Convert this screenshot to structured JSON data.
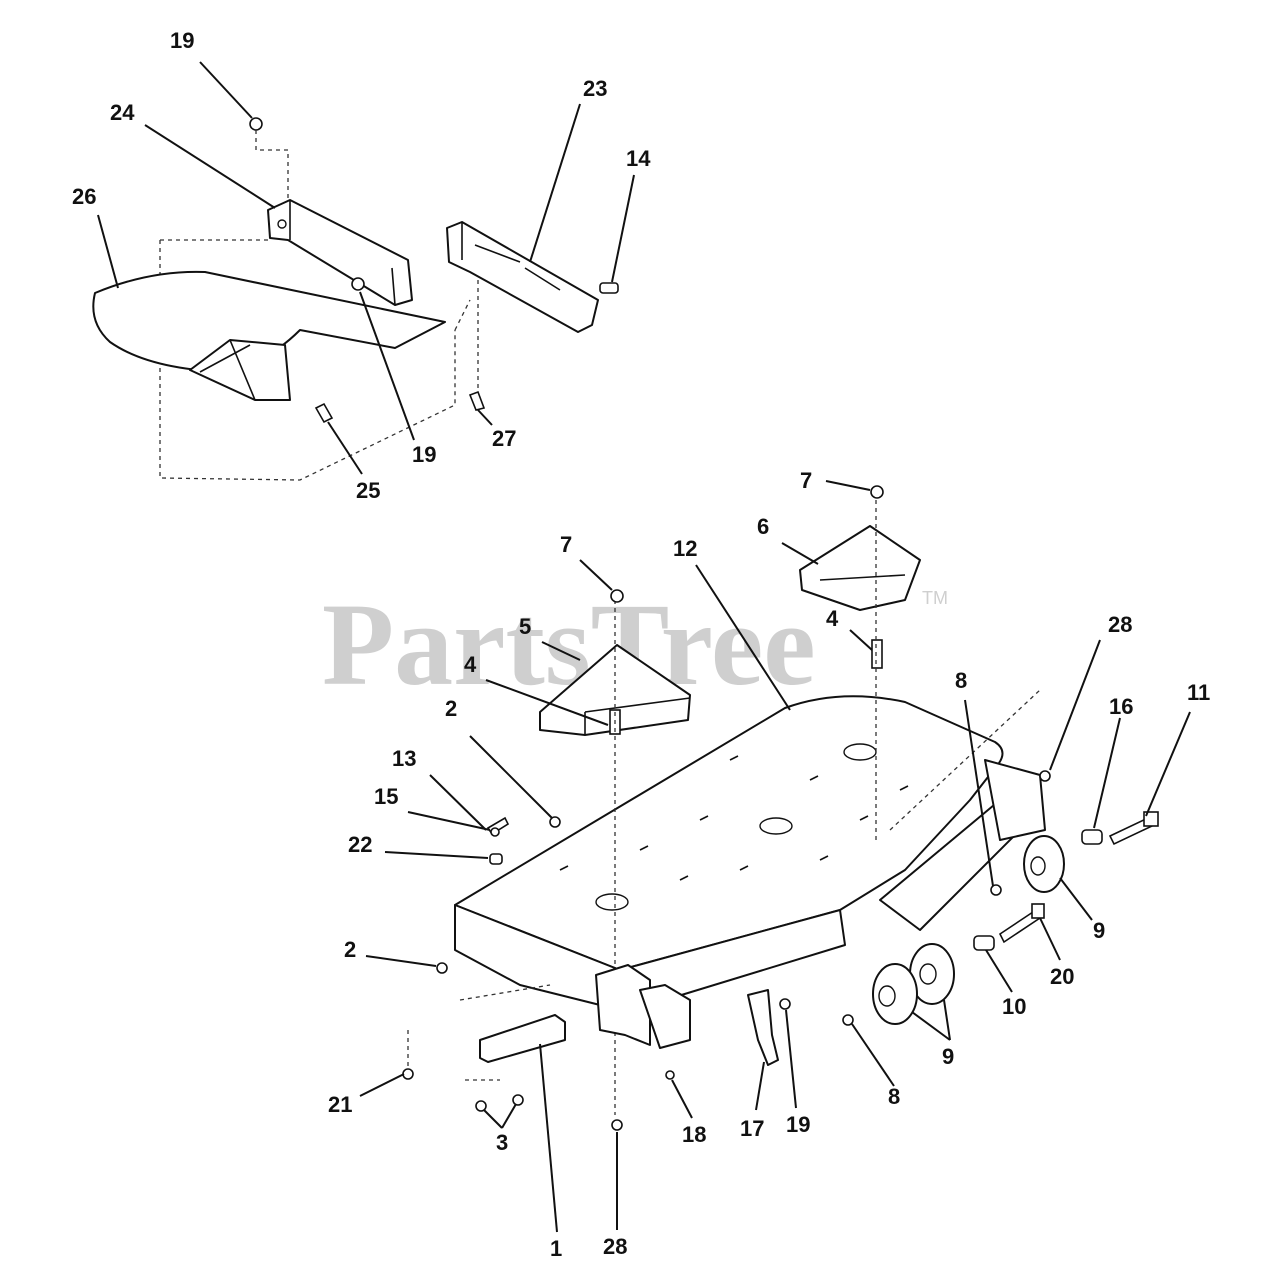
{
  "watermark": {
    "text": "PartsTree",
    "tm": "TM"
  },
  "callouts": [
    {
      "id": "c-19a",
      "text": "19"
    },
    {
      "id": "c-24",
      "text": "24"
    },
    {
      "id": "c-26",
      "text": "26"
    },
    {
      "id": "c-23",
      "text": "23"
    },
    {
      "id": "c-14",
      "text": "14"
    },
    {
      "id": "c-19b",
      "text": "19"
    },
    {
      "id": "c-27",
      "text": "27"
    },
    {
      "id": "c-25",
      "text": "25"
    },
    {
      "id": "c-7a",
      "text": "7"
    },
    {
      "id": "c-6",
      "text": "6"
    },
    {
      "id": "c-7b",
      "text": "7"
    },
    {
      "id": "c-12",
      "text": "12"
    },
    {
      "id": "c-5",
      "text": "5"
    },
    {
      "id": "c-4a",
      "text": "4"
    },
    {
      "id": "c-4b",
      "text": "4"
    },
    {
      "id": "c-28a",
      "text": "28"
    },
    {
      "id": "c-8a",
      "text": "8"
    },
    {
      "id": "c-16",
      "text": "16"
    },
    {
      "id": "c-11",
      "text": "11"
    },
    {
      "id": "c-2a",
      "text": "2"
    },
    {
      "id": "c-13",
      "text": "13"
    },
    {
      "id": "c-15",
      "text": "15"
    },
    {
      "id": "c-22",
      "text": "22"
    },
    {
      "id": "c-9a",
      "text": "9"
    },
    {
      "id": "c-2b",
      "text": "2"
    },
    {
      "id": "c-20",
      "text": "20"
    },
    {
      "id": "c-10",
      "text": "10"
    },
    {
      "id": "c-9b",
      "text": "9"
    },
    {
      "id": "c-8b",
      "text": "8"
    },
    {
      "id": "c-21",
      "text": "21"
    },
    {
      "id": "c-3",
      "text": "3"
    },
    {
      "id": "c-18",
      "text": "18"
    },
    {
      "id": "c-17",
      "text": "17"
    },
    {
      "id": "c-19c",
      "text": "19"
    },
    {
      "id": "c-1",
      "text": "1"
    },
    {
      "id": "c-28b",
      "text": "28"
    }
  ]
}
